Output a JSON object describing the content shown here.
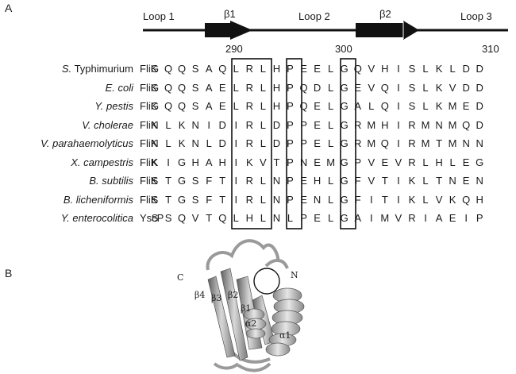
{
  "panels": {
    "a": "A",
    "b": "B"
  },
  "topology": {
    "loop1": "Loop 1",
    "beta1": "β1",
    "loop2": "Loop 2",
    "beta2": "β2",
    "loop3": "Loop 3",
    "pos290": "290",
    "pos300": "300",
    "pos310": "310"
  },
  "alignment": [
    {
      "prefix": "S.",
      "species": " Typhimurium",
      "protein": "FliK",
      "seq": [
        "G",
        "Q",
        "Q",
        "S",
        "A",
        "Q",
        "L",
        "R",
        "L",
        "H",
        "P",
        "E",
        "E",
        "L",
        "G",
        "Q",
        "V",
        "H",
        "I",
        "S",
        "L",
        "K",
        "L",
        "D",
        "D"
      ]
    },
    {
      "prefix": "",
      "species": "E. coli",
      "protein": "FliK",
      "seq": [
        "G",
        "Q",
        "Q",
        "S",
        "A",
        "E",
        "L",
        "R",
        "L",
        "H",
        "P",
        "Q",
        "D",
        "L",
        "G",
        "E",
        "V",
        "Q",
        "I",
        "S",
        "L",
        "K",
        "V",
        "D",
        "D"
      ]
    },
    {
      "prefix": "",
      "species": "Y. pestis",
      "protein": "FliK",
      "seq": [
        "G",
        "Q",
        "Q",
        "S",
        "A",
        "E",
        "L",
        "R",
        "L",
        "H",
        "P",
        "Q",
        "E",
        "L",
        "G",
        "A",
        "L",
        "Q",
        "I",
        "S",
        "L",
        "K",
        "M",
        "E",
        "D"
      ]
    },
    {
      "prefix": "",
      "species": "V. cholerae",
      "protein": "FliK",
      "seq": [
        "N",
        "L",
        "K",
        "N",
        "I",
        "D",
        "I",
        "R",
        "L",
        "D",
        "P",
        "P",
        "E",
        "L",
        "G",
        "R",
        "M",
        "H",
        "I",
        "R",
        "M",
        "N",
        "M",
        "Q",
        "D"
      ]
    },
    {
      "prefix": "",
      "species": "V. parahaemolyticus",
      "protein": "FliK",
      "seq": [
        "N",
        "L",
        "K",
        "N",
        "L",
        "D",
        "I",
        "R",
        "L",
        "D",
        "P",
        "P",
        "E",
        "L",
        "G",
        "R",
        "M",
        "Q",
        "I",
        "R",
        "M",
        "T",
        "M",
        "N",
        "N"
      ]
    },
    {
      "prefix": "",
      "species": "X. campestris",
      "protein": "FliK",
      "seq": [
        "K",
        "I",
        "G",
        "H",
        "A",
        "H",
        "I",
        "K",
        "V",
        "T",
        "P",
        "N",
        "E",
        "M",
        "G",
        "P",
        "V",
        "E",
        "V",
        "R",
        "L",
        "H",
        "L",
        "E",
        "G"
      ]
    },
    {
      "prefix": "",
      "species": "B. subtilis",
      "protein": "FliK",
      "seq": [
        "S",
        "T",
        "G",
        "S",
        "F",
        "T",
        "I",
        "R",
        "L",
        "N",
        "P",
        "E",
        "H",
        "L",
        "G",
        "F",
        "V",
        "T",
        "I",
        "K",
        "L",
        "T",
        "N",
        "E",
        "N"
      ]
    },
    {
      "prefix": "",
      "species": "B. licheniformis",
      "protein": "FliK",
      "seq": [
        "S",
        "T",
        "G",
        "S",
        "F",
        "T",
        "I",
        "R",
        "L",
        "N",
        "P",
        "E",
        "N",
        "L",
        "G",
        "F",
        "I",
        "T",
        "I",
        "K",
        "L",
        "V",
        "K",
        "Q",
        "H"
      ]
    },
    {
      "prefix": "",
      "species": "Y. enterocolitica",
      "protein": "YscP",
      "seq": [
        "S",
        "S",
        "Q",
        "V",
        "T",
        "Q",
        "L",
        "H",
        "L",
        "N",
        "L",
        "P",
        "E",
        "L",
        "G",
        "A",
        "I",
        "M",
        "V",
        "R",
        "I",
        "A",
        "E",
        "I",
        "P"
      ]
    }
  ],
  "structure": {
    "c_term": "C",
    "n_term": "N",
    "beta4": "β4",
    "beta3": "β3",
    "beta2": "β2",
    "beta1": "β1",
    "alpha2": "α2",
    "alpha1": "α1"
  }
}
